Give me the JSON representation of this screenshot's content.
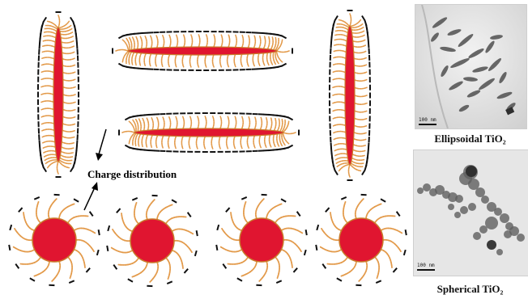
{
  "labels": {
    "charge_distribution": "Charge distribution",
    "ellipsoidal_caption": "Ellipsoidal TiO₂",
    "spherical_caption": "Spherical TiO₂",
    "scale_top": "100 nm",
    "scale_bottom": "100 nm"
  },
  "colors": {
    "core_red": "#e01530",
    "core_edge": "#c97c2c",
    "ligand": "#e39a4a",
    "charge": "#111111",
    "tem_background": "#e8e8e8",
    "tem_particle": "#555555"
  }
}
